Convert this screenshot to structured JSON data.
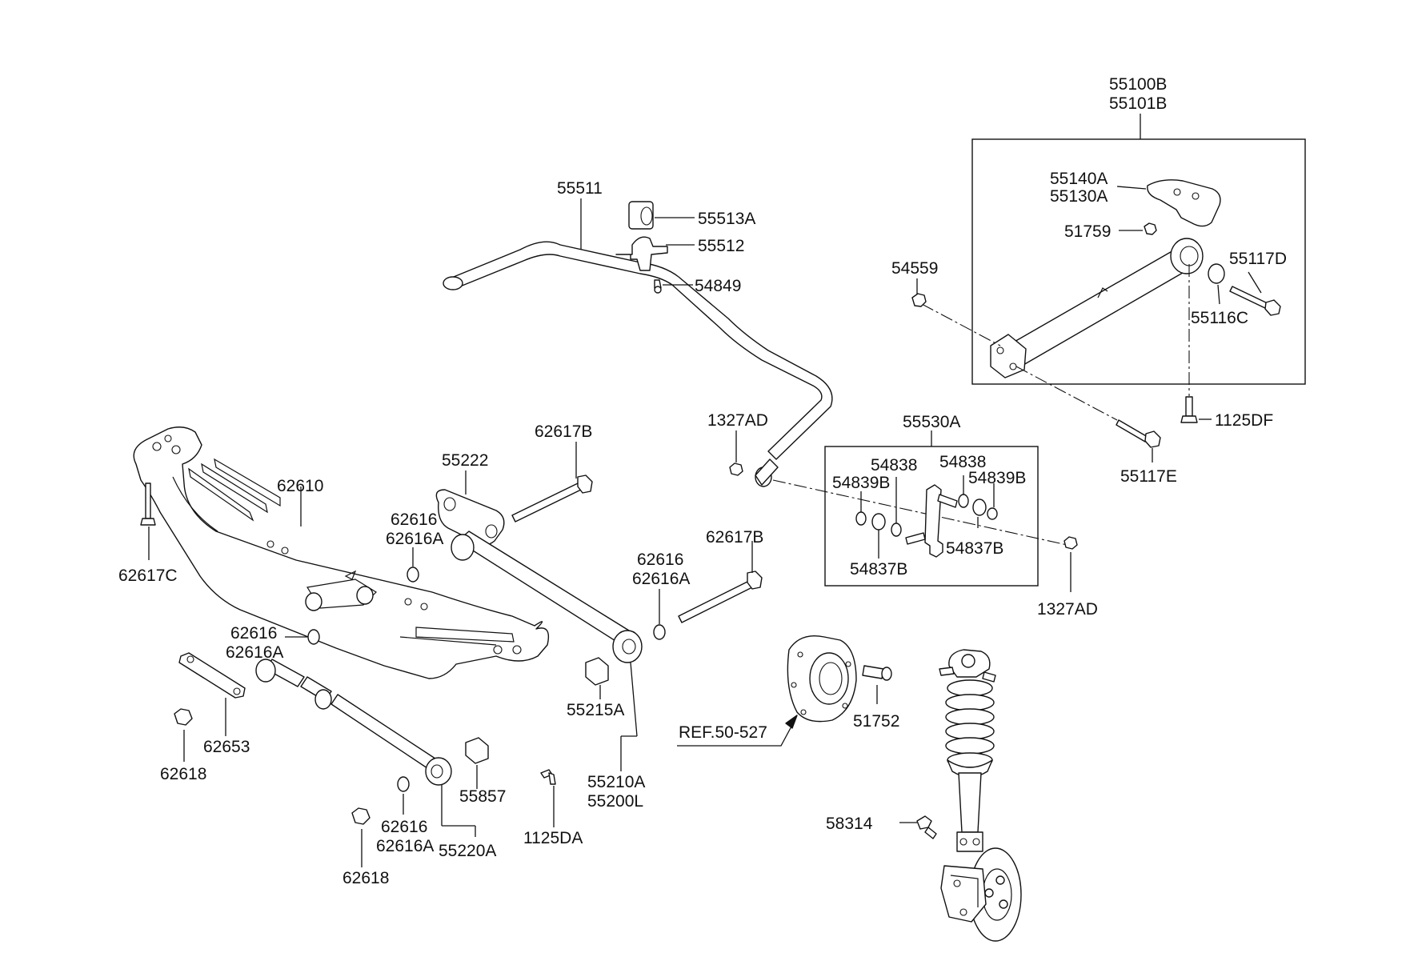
{
  "labels": {
    "l55100B": "55100B",
    "l55101B": "55101B",
    "l55140A": "55140A",
    "l55130A": "55130A",
    "l51759": "51759",
    "l55117D": "55117D",
    "l55116C": "55116C",
    "l54559": "54559",
    "l1125DF": "1125DF",
    "l55117E": "55117E",
    "l55511": "55511",
    "l55513A": "55513A",
    "l55512": "55512",
    "l54849": "54849",
    "l1327AD_top": "1327AD",
    "l55530A": "55530A",
    "l54838_left": "54838",
    "l54838_right": "54838",
    "l54839B_left": "54839B",
    "l54839B_right": "54839B",
    "l54837B_left": "54837B",
    "l54837B_right": "54837B",
    "l1327AD_bottom": "1327AD",
    "l62617B_top": "62617B",
    "l55222": "55222",
    "l62610": "62610",
    "l62616_a": "62616",
    "l62616A_a": "62616A",
    "l62617C": "62617C",
    "l62616_b": "62616",
    "l62616A_b": "62616A",
    "l62617B_mid": "62617B",
    "l62616_c": "62616",
    "l62616A_c": "62616A",
    "l55215A": "55215A",
    "l55210A": "55210A",
    "l55200L": "55200L",
    "l62653": "62653",
    "l62618_a": "62618",
    "l55857": "55857",
    "l62616_d": "62616",
    "l62616A_d": "62616A",
    "l55220A": "55220A",
    "l62618_b": "62618",
    "l1125DA": "1125DA",
    "lREF": "REF.50-527",
    "l51752": "51752",
    "l58314": "58314"
  }
}
